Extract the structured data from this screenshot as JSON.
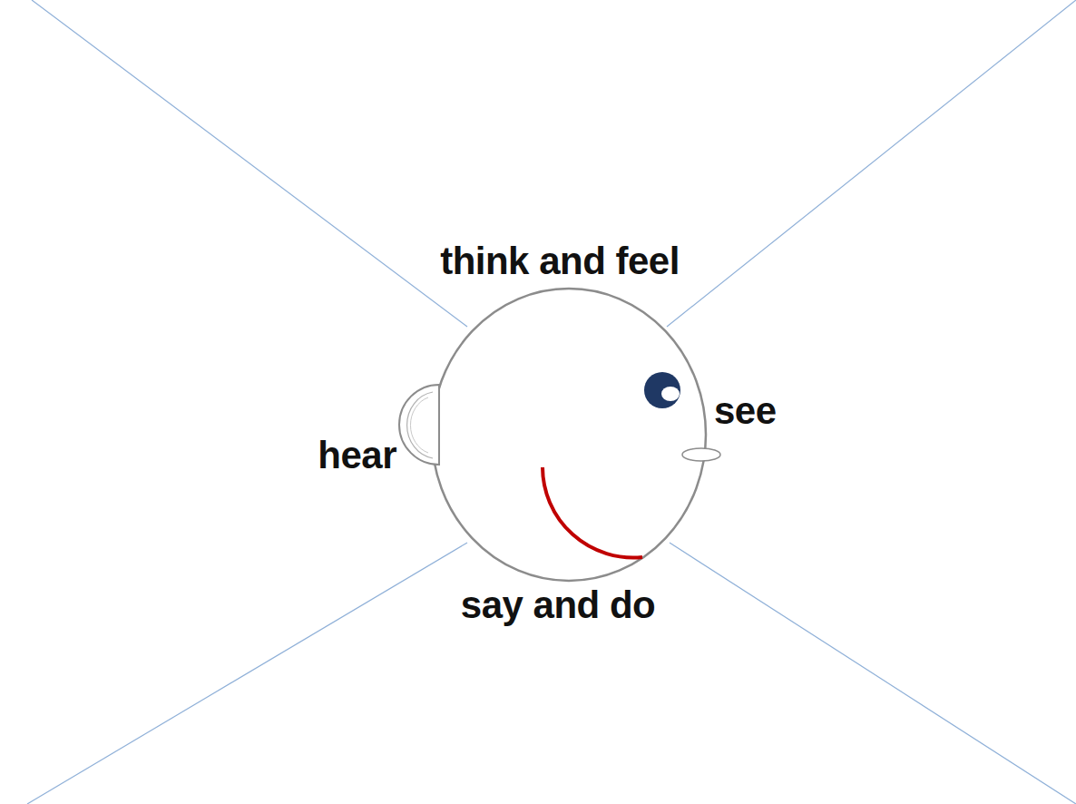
{
  "diagram": {
    "labels": [
      "think and feel",
      "see",
      "hear",
      "say and do"
    ]
  }
}
